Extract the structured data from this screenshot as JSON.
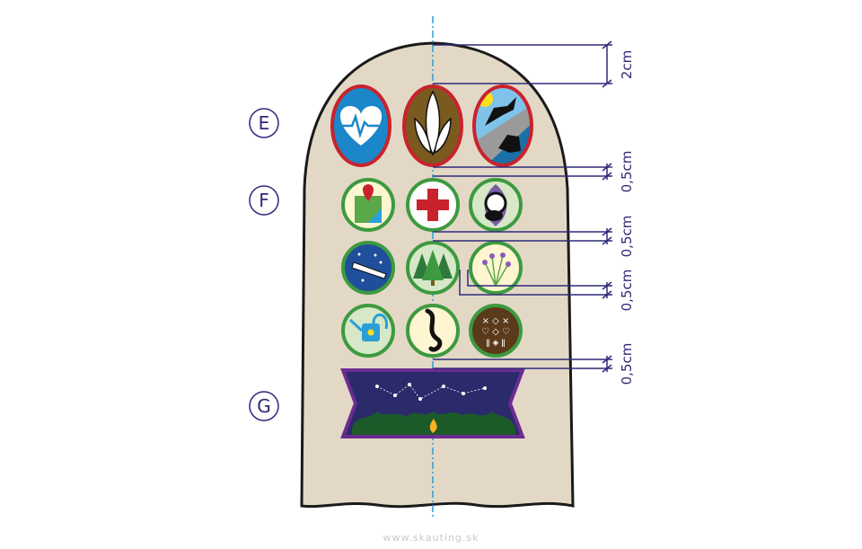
{
  "sections": [
    {
      "label": "E",
      "name": "section-e"
    },
    {
      "label": "F",
      "name": "section-f"
    },
    {
      "label": "G",
      "name": "section-g"
    }
  ],
  "dimensions": {
    "top_gap": "2cm",
    "gap1": "0,5cm",
    "gap2": "0,5cm",
    "gap3": "0,5cm",
    "gap4": "0,5cm"
  },
  "badges_e": [
    "heart-badge",
    "feathers-badge",
    "mountain-goat-badge"
  ],
  "badges_f": [
    [
      "map-badge",
      "first-aid-badge",
      "panda-badge"
    ],
    [
      "telescope-badge",
      "forest-badge",
      "lavender-badge"
    ],
    [
      "watering-can-badge",
      "salamander-badge",
      "folk-pattern-badge"
    ]
  ],
  "colors": {
    "sleeve": "#e3d8c6",
    "outline": "#1a1a1a",
    "oval_border": "#c8232c",
    "circle_border": "#3d9a3f",
    "dimension": "#2e2a78",
    "axis": "#2a9fd6",
    "banner_border": "#6a2c91",
    "banner_sky": "#2b2a6b"
  },
  "footer": "www.skauting.sk"
}
